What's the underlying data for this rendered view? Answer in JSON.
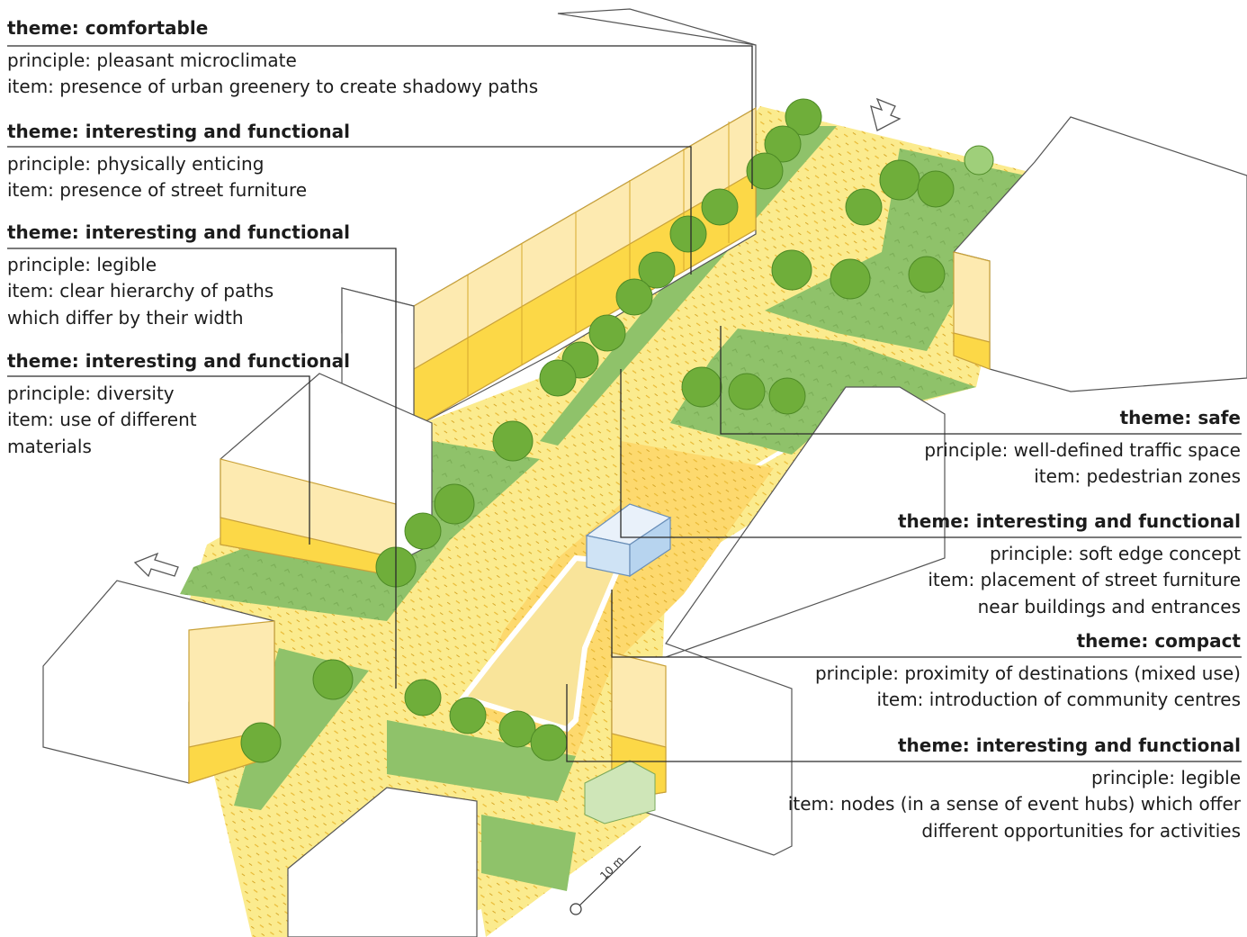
{
  "annotations": [
    {
      "theme": "theme: comfortable",
      "lines": [
        "principle: pleasant microclimate",
        "item: presence of urban greenery to create shadowy paths"
      ]
    },
    {
      "theme": "theme: interesting and functional",
      "lines": [
        "principle: physically enticing",
        "item: presence of street furniture"
      ]
    },
    {
      "theme": "theme: interesting and functional",
      "lines": [
        "principle: legible",
        "item: clear hierarchy of paths",
        "which differ by their width"
      ]
    },
    {
      "theme": "theme: interesting and functional",
      "lines": [
        "principle: diversity",
        "item: use of different",
        "materials"
      ]
    },
    {
      "theme": "theme: safe",
      "lines": [
        "principle: well-defined traffic space",
        "item: pedestrian zones"
      ]
    },
    {
      "theme": "theme: interesting and functional",
      "lines": [
        "principle: soft edge concept",
        "item: placement of street furniture",
        "near buildings and entrances"
      ]
    },
    {
      "theme": "theme: compact",
      "lines": [
        "principle: proximity of destinations (mixed use)",
        "item: introduction of community centres"
      ]
    },
    {
      "theme": "theme: interesting and functional",
      "lines": [
        "principle: legible",
        "item:  nodes (in a sense of event hubs) which offer",
        "different opportunities for activities"
      ]
    }
  ],
  "scale_label": "10 m",
  "colors": {
    "pavement": "#fbeb8e",
    "plaza": "#fdd96e",
    "grass": "#8fc26a",
    "tree": "#6fae3a",
    "facade_light": "#fdeab0",
    "facade_dark": "#fcd847",
    "leader": "#2b2b2b"
  }
}
